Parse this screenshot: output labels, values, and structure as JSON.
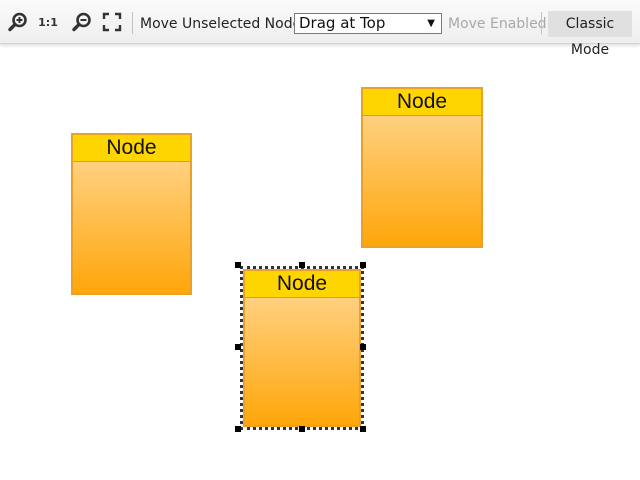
{
  "toolbar": {
    "zoom_in_icon": "zoom-in-icon",
    "zoom_one_label": "1:1",
    "zoom_out_icon": "zoom-out-icon",
    "fit_icon": "fit-content-icon",
    "move_unselected_label": "Move Unselected Nodes:",
    "move_mode_select": {
      "value": "Drag at Top"
    },
    "move_enabled_label": "Move Enabled",
    "move_enabled_state": "disabled",
    "classic_mode_label": "Classic Mode"
  },
  "canvas": {
    "nodes": [
      {
        "label": "Node",
        "selected": false
      },
      {
        "label": "Node",
        "selected": false
      },
      {
        "label": "Node",
        "selected": true
      }
    ]
  },
  "colors": {
    "node_header": "#ffd500",
    "node_body_top": "#ffd998",
    "node_body_bottom": "#ffa60a",
    "node_border": "#e8a12b",
    "toolbar_bg": "#f2f2f2",
    "disabled_text": "#a8a8a8"
  }
}
